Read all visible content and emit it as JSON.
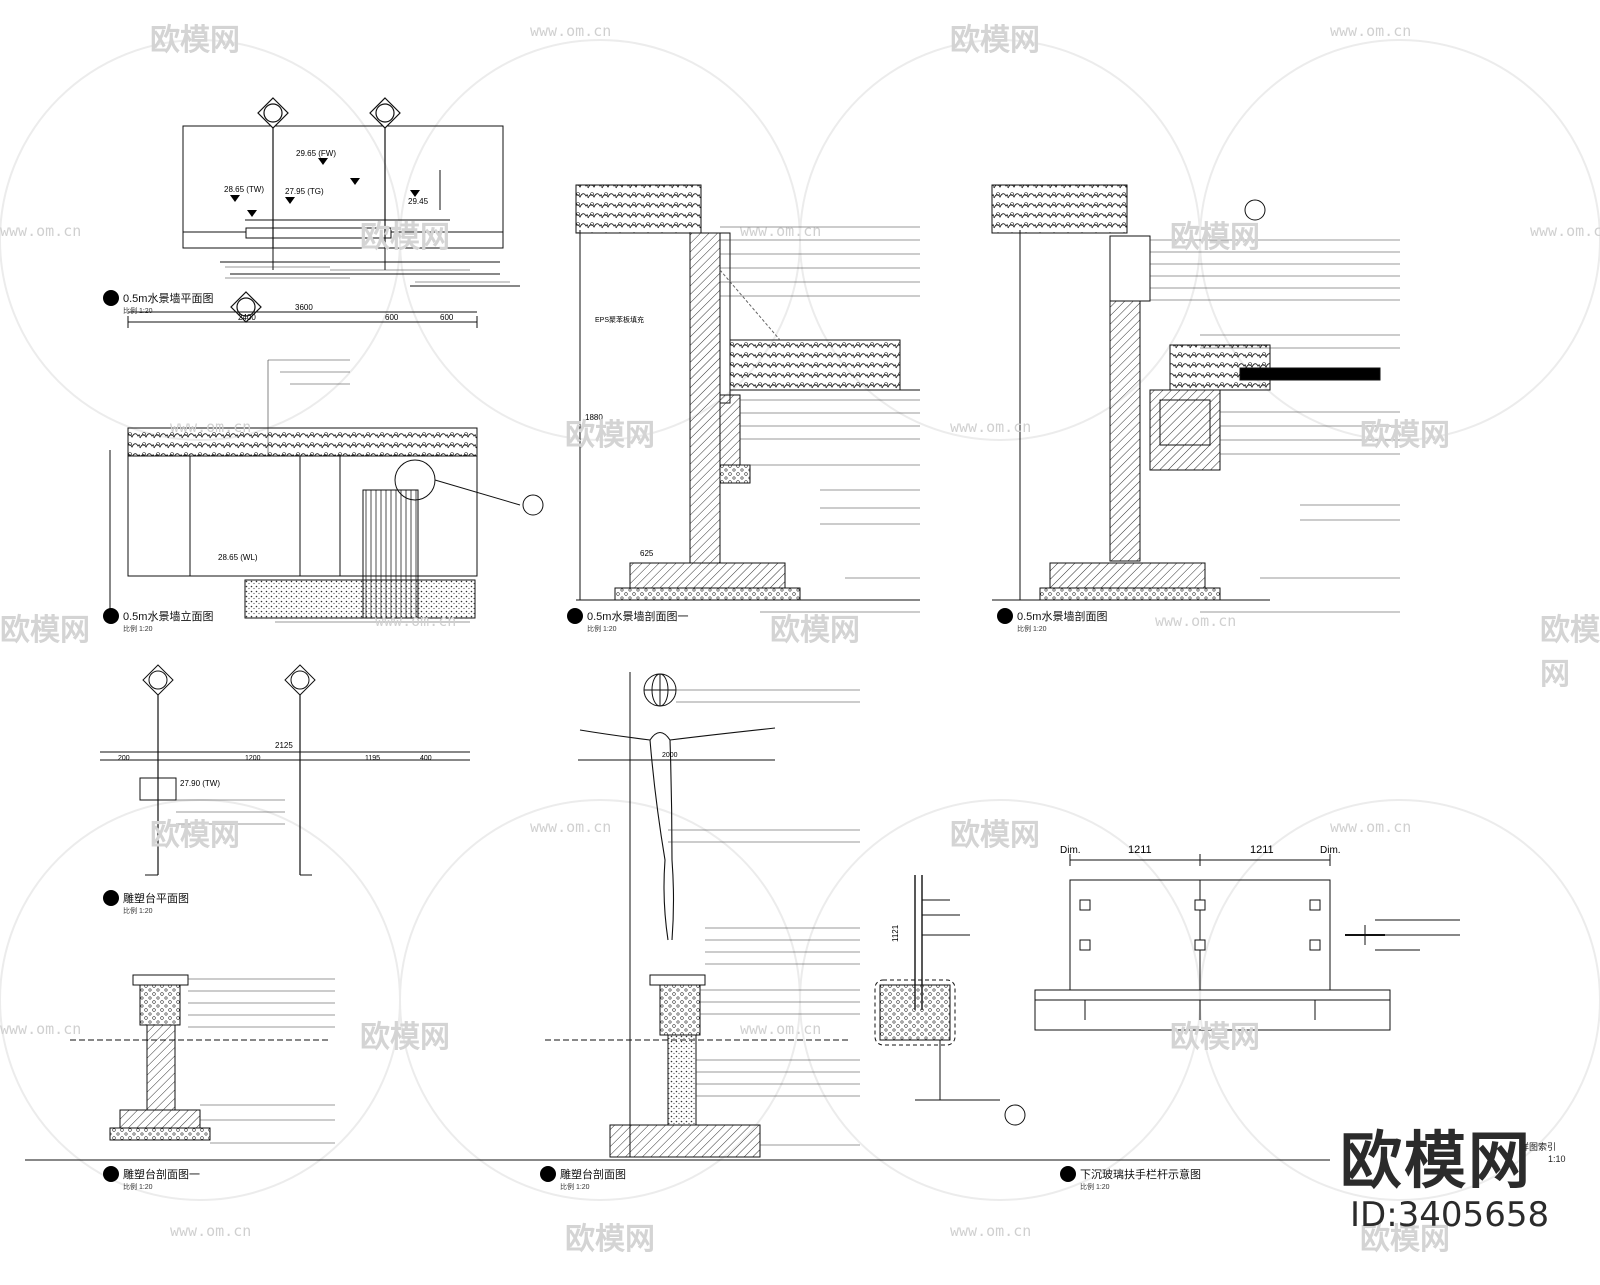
{
  "drawing_titles": {
    "plan": "0.5m水景墙平面图",
    "elevation": "0.5m水景墙立面图",
    "section_1": "0.5m水景墙剖面图一",
    "section_2": "0.5m水景墙剖面图",
    "plinth_plan": "雕塑台平面图",
    "plinth_section": "雕塑台剖面图一",
    "sculpture_section": "雕塑台剖面图",
    "glass_detail": "下沉玻璃扶手栏杆示意图"
  },
  "scale_note": "比例 1:20",
  "dims": {
    "glass_left": "Dim.",
    "glass_mid_1": "1211",
    "glass_mid_2": "1211",
    "glass_right": "Dim.",
    "elev_top_1": "2400",
    "elev_top_2": "3600",
    "elev_top_3": "600",
    "elev_top_4": "600",
    "plinth_row": "2125",
    "plinth_dim_a": "200",
    "plinth_dim_b": "1200",
    "plinth_dim_c": "1195",
    "plinth_dim_d": "400",
    "sect_h": "1880",
    "sect_w": "625",
    "sculpture_w": "2000",
    "sculpture_h": "1121"
  },
  "levels": {
    "plan_a": "29.65 (FW)",
    "plan_b": "28.65 (TW)",
    "plan_c": "27.95 (TG)",
    "plan_d": "29.45",
    "elev_water": "28.65 (WL)",
    "plinth_top": "27.90 (TW)",
    "sect_mark": "EPS聚苯板填充"
  },
  "watermarks": {
    "logo_text": "欧模网",
    "url": "www.om.cn"
  },
  "brand": {
    "big_logo": "欧模网",
    "id": "ID:3405658"
  },
  "corner": {
    "line1": "详图索引",
    "line2": "1:10"
  }
}
